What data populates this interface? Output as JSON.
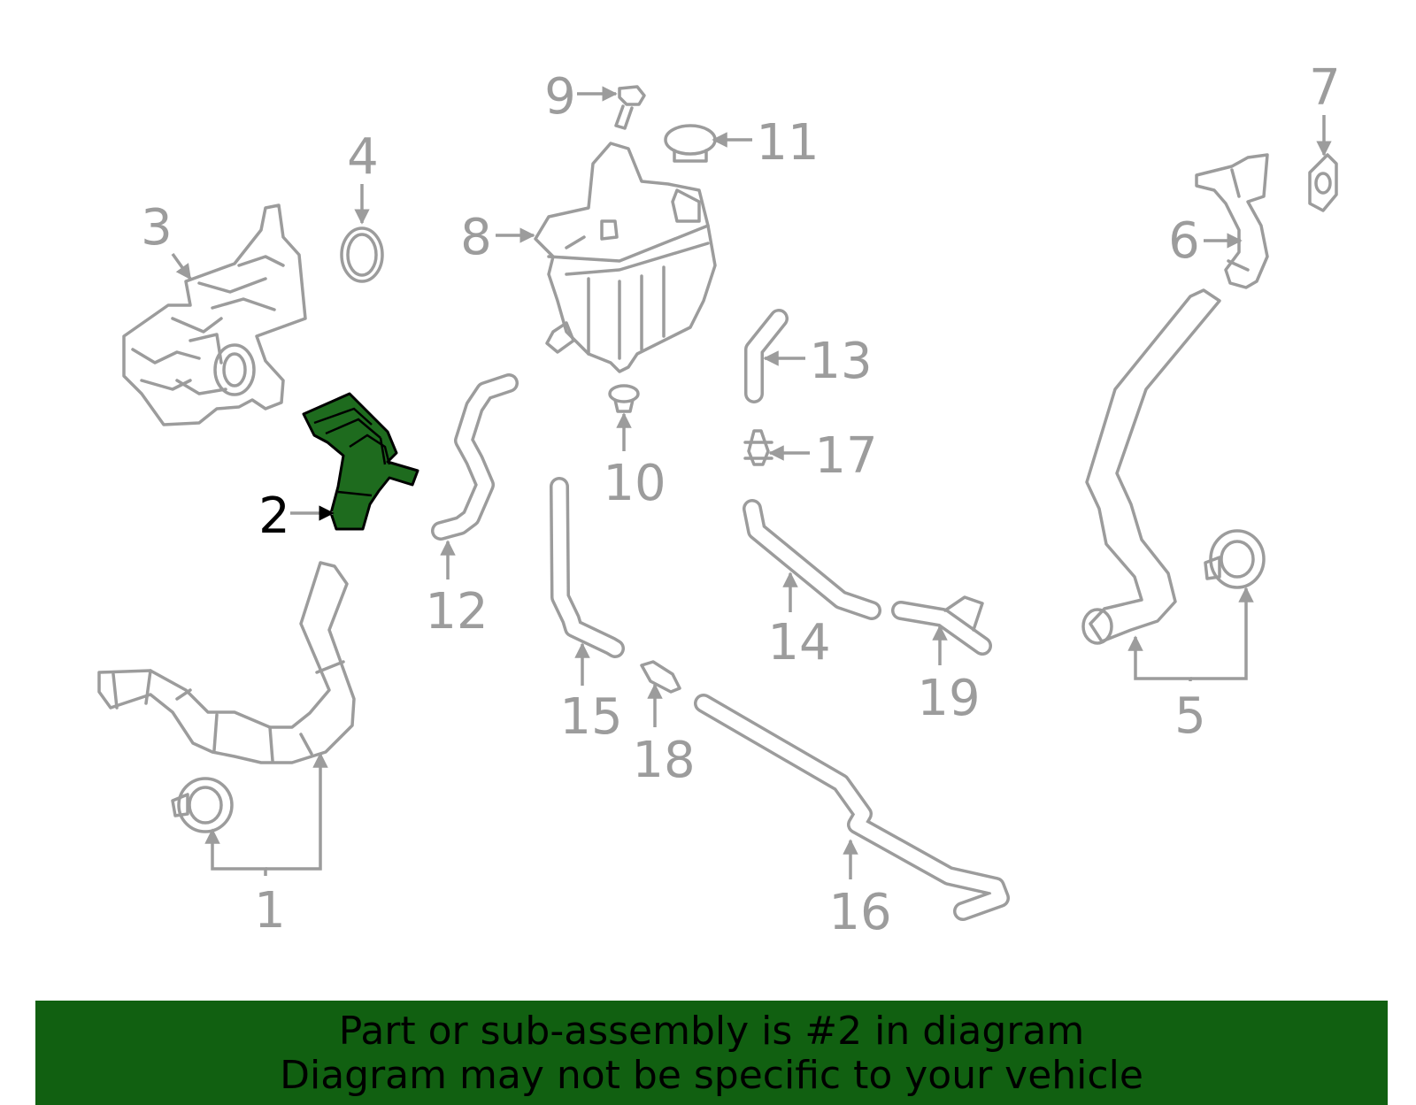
{
  "diagram": {
    "selected_part": "2",
    "callouts": [
      "1",
      "2",
      "3",
      "4",
      "5",
      "6",
      "7",
      "8",
      "9",
      "10",
      "11",
      "12",
      "13",
      "14",
      "15",
      "16",
      "17",
      "18",
      "19"
    ]
  },
  "banner": {
    "line1": "Part or sub-assembly is #2 in diagram",
    "line2": "Diagram may not be specific to your vehicle"
  },
  "colors": {
    "banner_bg": "#116011",
    "highlight": "#1e6b1e",
    "line": "#9c9c9c"
  }
}
